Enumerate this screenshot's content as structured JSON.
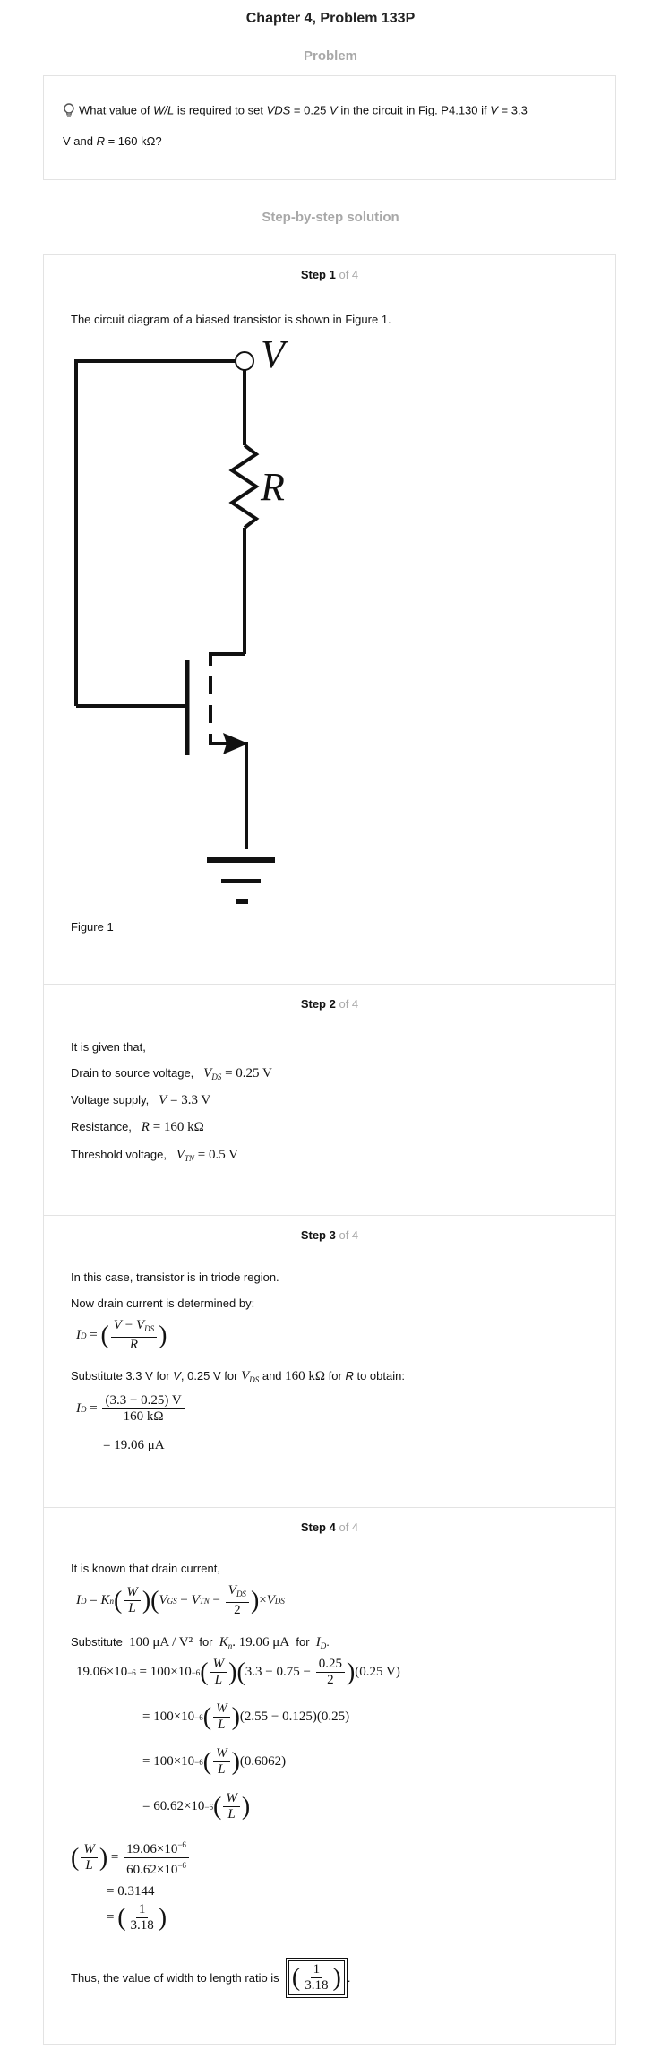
{
  "title": "Chapter 4, Problem 133P",
  "problem_heading": "Problem",
  "problem": {
    "pre": "What value of ",
    "wl": "W/L",
    "mid1": " is required to set ",
    "vds": "VDS",
    "mid2": " = 0.25 ",
    "v1": "V",
    "mid3": " in the circuit in Fig. P4.130 if ",
    "v2": "V",
    "mid4": " = 3.3",
    "line2a": "V and ",
    "r": "R",
    "line2b": " = 160 kΩ?"
  },
  "solution_heading": "Step-by-step solution",
  "step_of": "of 4",
  "steps": [
    {
      "label": "Step 1",
      "intro": "The circuit diagram of a biased transistor is shown in Figure 1.",
      "figure_caption": "Figure 1",
      "figure_labels": {
        "v": "V",
        "r": "R"
      }
    },
    {
      "label": "Step 2",
      "intro": "It is given that,",
      "items": [
        "Drain to source voltage,",
        "Voltage supply,",
        "Resistance,",
        "Threshold voltage,"
      ],
      "values": [
        "= 0.25 V",
        "= 3.3 V",
        "= 160 kΩ",
        "= 0.5 V"
      ]
    },
    {
      "label": "Step 3",
      "line1": "In this case, transistor is in triode region.",
      "line2": "Now drain current is determined by:",
      "subst_a": "Substitute 3.3 V for ",
      "subst_b": ", 0.25 V for ",
      "subst_c": " and ",
      "subst_d": " 160 kΩ",
      "subst_e": " for ",
      "subst_f": " to obtain:",
      "num": "(3.3 − 0.25) V",
      "den": "160 kΩ",
      "result": "= 19.06 μA"
    },
    {
      "label": "Step 4",
      "line1": "It is known that drain current,",
      "subst_a": "Substitute",
      "subst_b": "100 μA / V²",
      "subst_c": "for",
      "subst_d": ". 19.06 μA",
      "subst_e": "for",
      "conclusion": "Thus, the value of width to length ratio is",
      "answer_num": "1",
      "answer_den": "3.18"
    }
  ]
}
